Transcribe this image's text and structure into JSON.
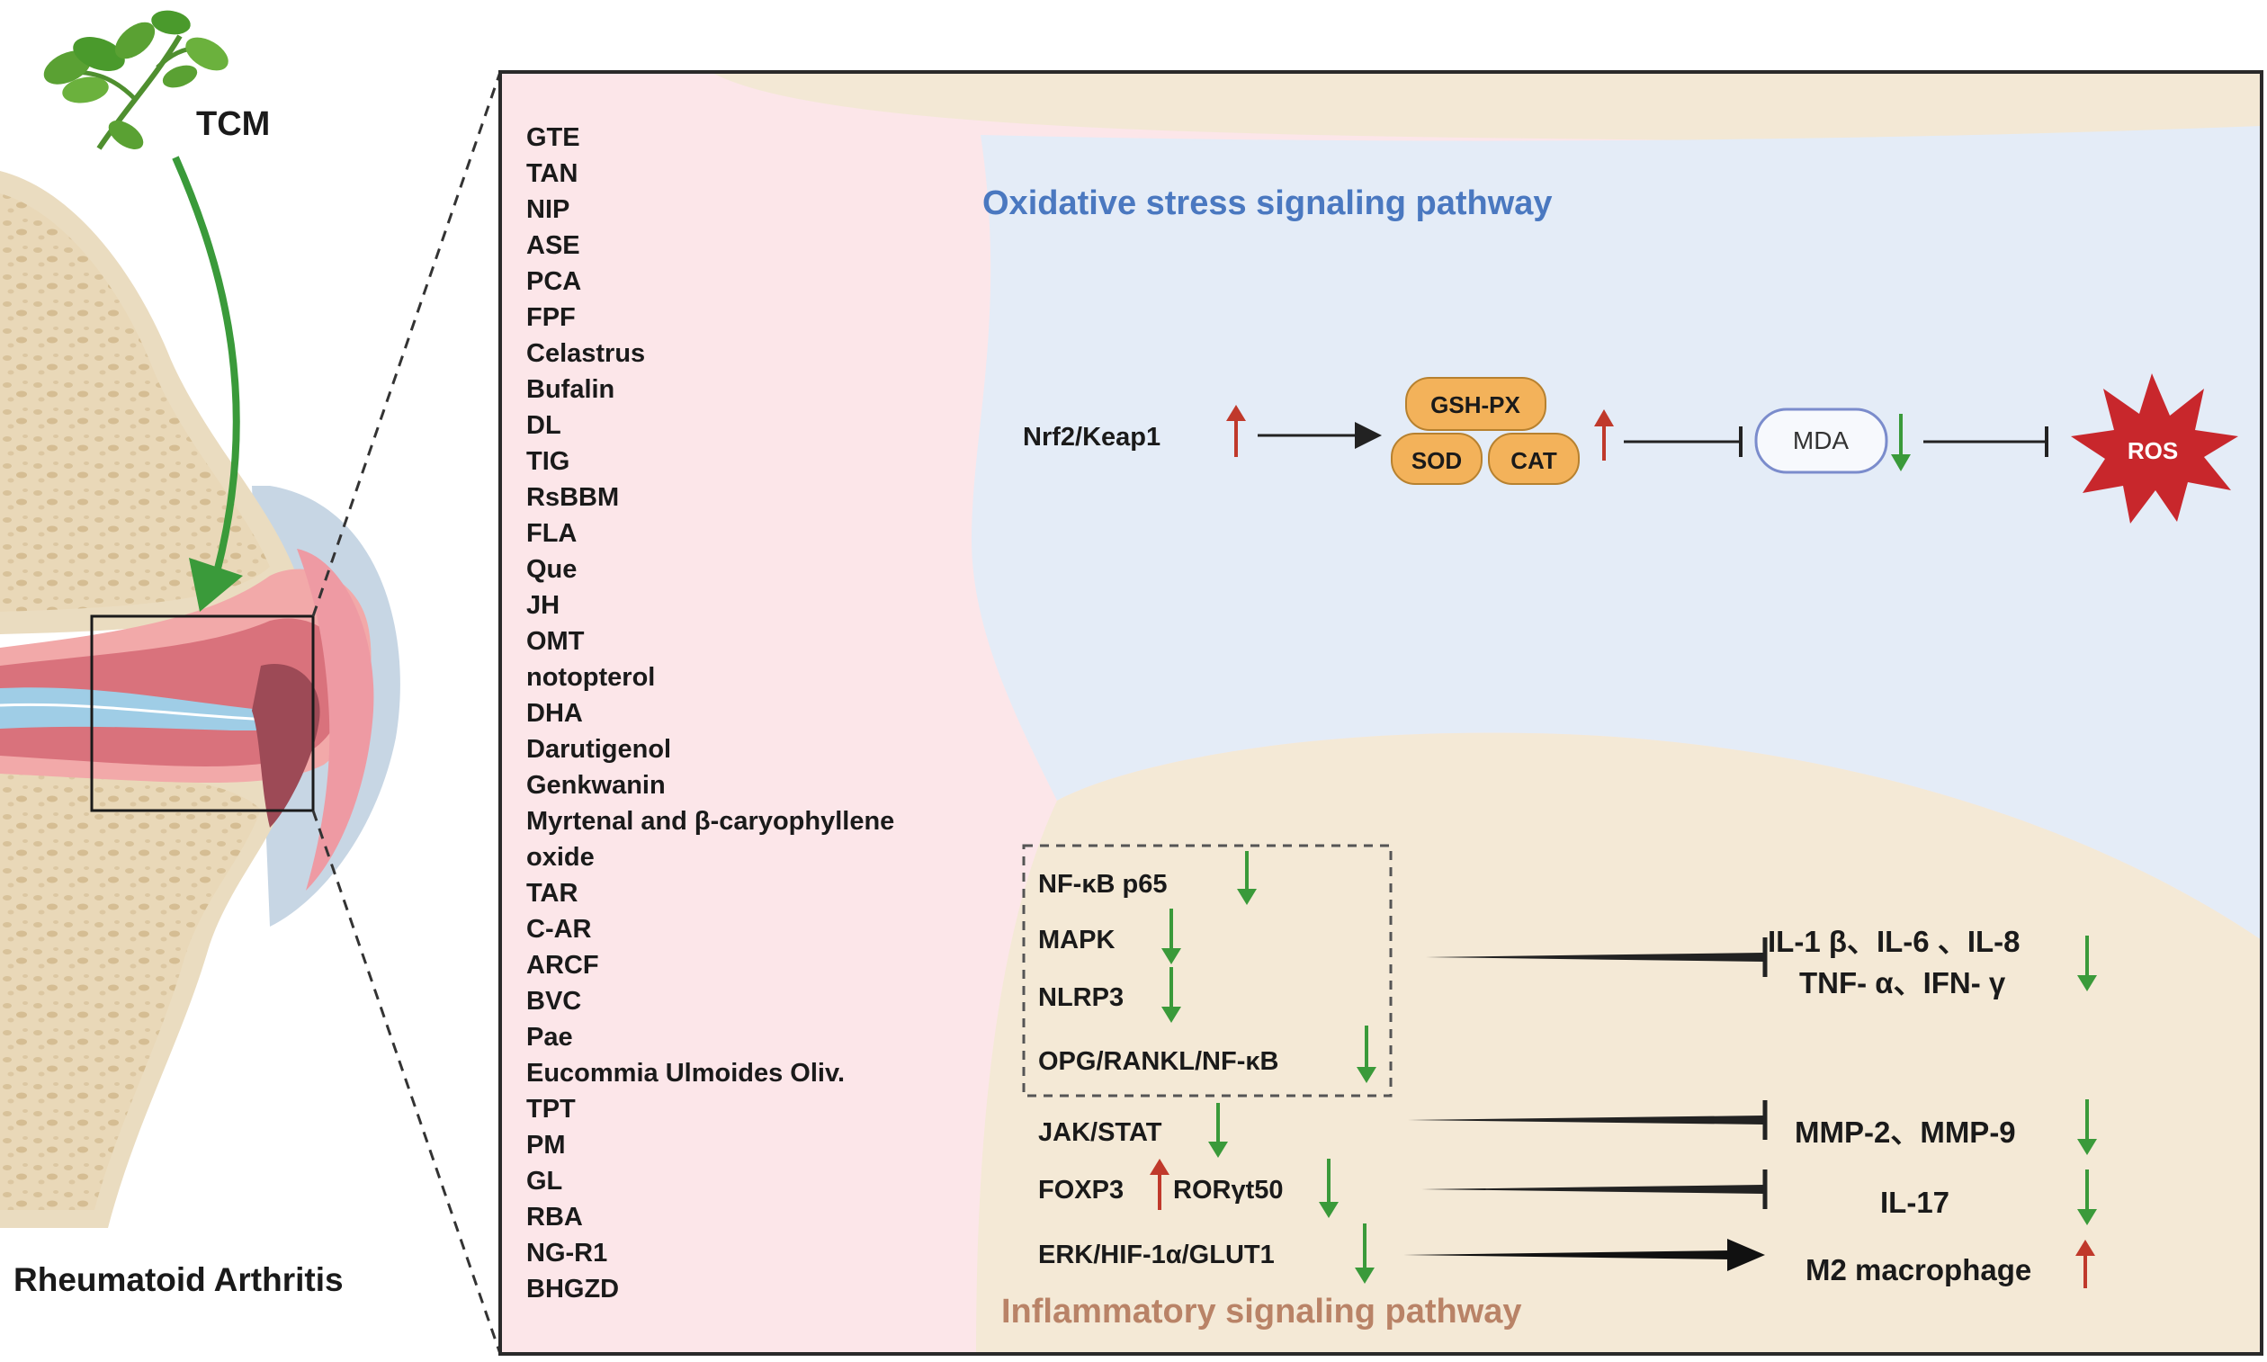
{
  "tcm_label": "TCM",
  "disease_label": "Rheumatoid Arthritis",
  "compounds": [
    "GTE",
    "TAN",
    "NIP",
    "ASE",
    "PCA",
    "FPF",
    "Celastrus",
    "Bufalin",
    "DL",
    "TIG",
    "RsBBM",
    "FLA",
    "Que",
    "JH",
    "OMT",
    "notopterol",
    "DHA",
    "Darutigenol",
    "Genkwanin",
    "Myrtenal and β-caryophyllene",
    "oxide",
    "TAR",
    "C-AR",
    "ARCF",
    "BVC",
    "Pae",
    "Eucommia Ulmoides Oliv.",
    "TPT",
    "PM",
    "GL",
    "RBA",
    "NG-R1",
    "BHGZD"
  ],
  "oxidative": {
    "title": "Oxidative stress signaling pathway",
    "nrf2": "Nrf2/Keap1",
    "gsh": "GSH-PX",
    "sod": "SOD",
    "cat": "CAT",
    "mda": "MDA",
    "ros": "ROS"
  },
  "inflammatory": {
    "title": "Inflammatory signaling pathway",
    "nfkb": "NF-κB p65",
    "mapk": "MAPK",
    "nlrp3": "NLRP3",
    "opg": "OPG/RANKL/NF-κB",
    "jak": "JAK/STAT",
    "foxp3": "FOXP3",
    "ror": "RORγt50",
    "erk": "ERK/HIF-1α/GLUT1",
    "cytokines_line1": "IL-1 β、IL-6 、IL-8",
    "cytokines_line2": "TNF- α、IFN- γ",
    "mmp": "MMP-2、MMP-9",
    "il17": "IL-17",
    "m2": "M2 macrophage"
  },
  "colors": {
    "up_arrow": "#c0392b",
    "down_arrow": "#3a9a3a",
    "oxidative_title": "#4a78c0",
    "inflammatory_title": "#b98367",
    "ros_fill": "#c8272c",
    "enzyme_fill": "#f3b25a"
  }
}
